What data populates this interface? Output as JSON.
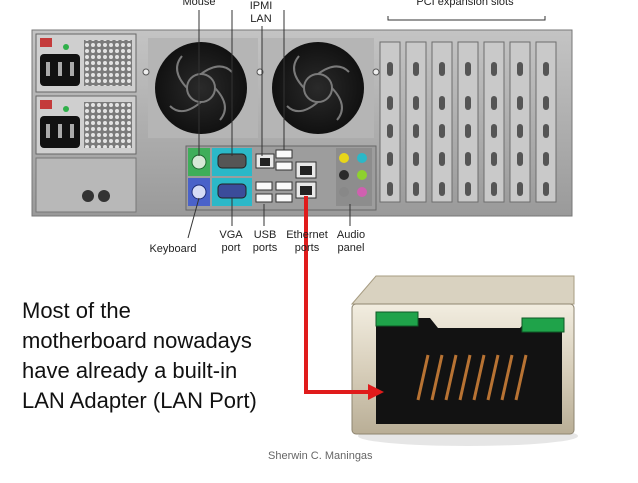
{
  "top_labels": {
    "mouse": "Mouse",
    "ipmi_lan": [
      "IPMI",
      "LAN"
    ],
    "pci": "PCI expansion slots"
  },
  "bottom_labels": {
    "keyboard": "Keyboard",
    "vga": [
      "VGA",
      "port"
    ],
    "usb": [
      "USB",
      "ports"
    ],
    "ethernet": [
      "Ethernet",
      "ports"
    ],
    "audio": [
      "Audio",
      "panel"
    ]
  },
  "caption": [
    "Most of the",
    "motherboard nowadays",
    "have already a built-in",
    "LAN Adapter (LAN Port)"
  ],
  "credit": "Sherwin C. Maningas",
  "colors": {
    "chassis": "#a9a9a9",
    "arrow": "#e01b1b",
    "mouse_port": "#3fae5a",
    "keyboard_port": "#4a62c9",
    "vga_port": "#2bb8c8",
    "audio_yellow": "#e8d61a",
    "audio_lime": "#8ed12e",
    "led_green": "#1fa34a"
  }
}
